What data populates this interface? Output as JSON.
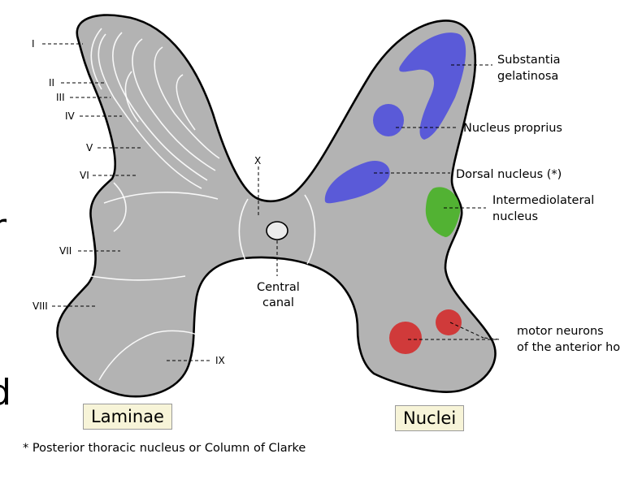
{
  "laminae": {
    "title": "Laminae",
    "labels": [
      "I",
      "II",
      "III",
      "IV",
      "V",
      "VI",
      "VII",
      "VIII",
      "IX",
      "X"
    ]
  },
  "nuclei": {
    "title": "Nuclei",
    "substantia": [
      "Substantia",
      "gelatinosa"
    ],
    "proprius": "Nucleus proprius",
    "dorsal": "Dorsal nucleus (*)",
    "intermedio": [
      "Intermediolateral",
      "nucleus"
    ],
    "motor": [
      "motor neurons",
      "of the anterior ho"
    ],
    "central_canal": [
      "Central",
      "canal"
    ]
  },
  "footnote": "* Posterior thoracic nucleus or Column of Clarke",
  "edge_glyphs": [
    "r",
    "d"
  ],
  "colors": {
    "grey_matter": "#b3b3b3",
    "substantia_gelatinosa": "#5a5ad8",
    "intermediolateral": "#52b233",
    "motor": "#d03a3a",
    "label_box": "#f7f4d8"
  }
}
